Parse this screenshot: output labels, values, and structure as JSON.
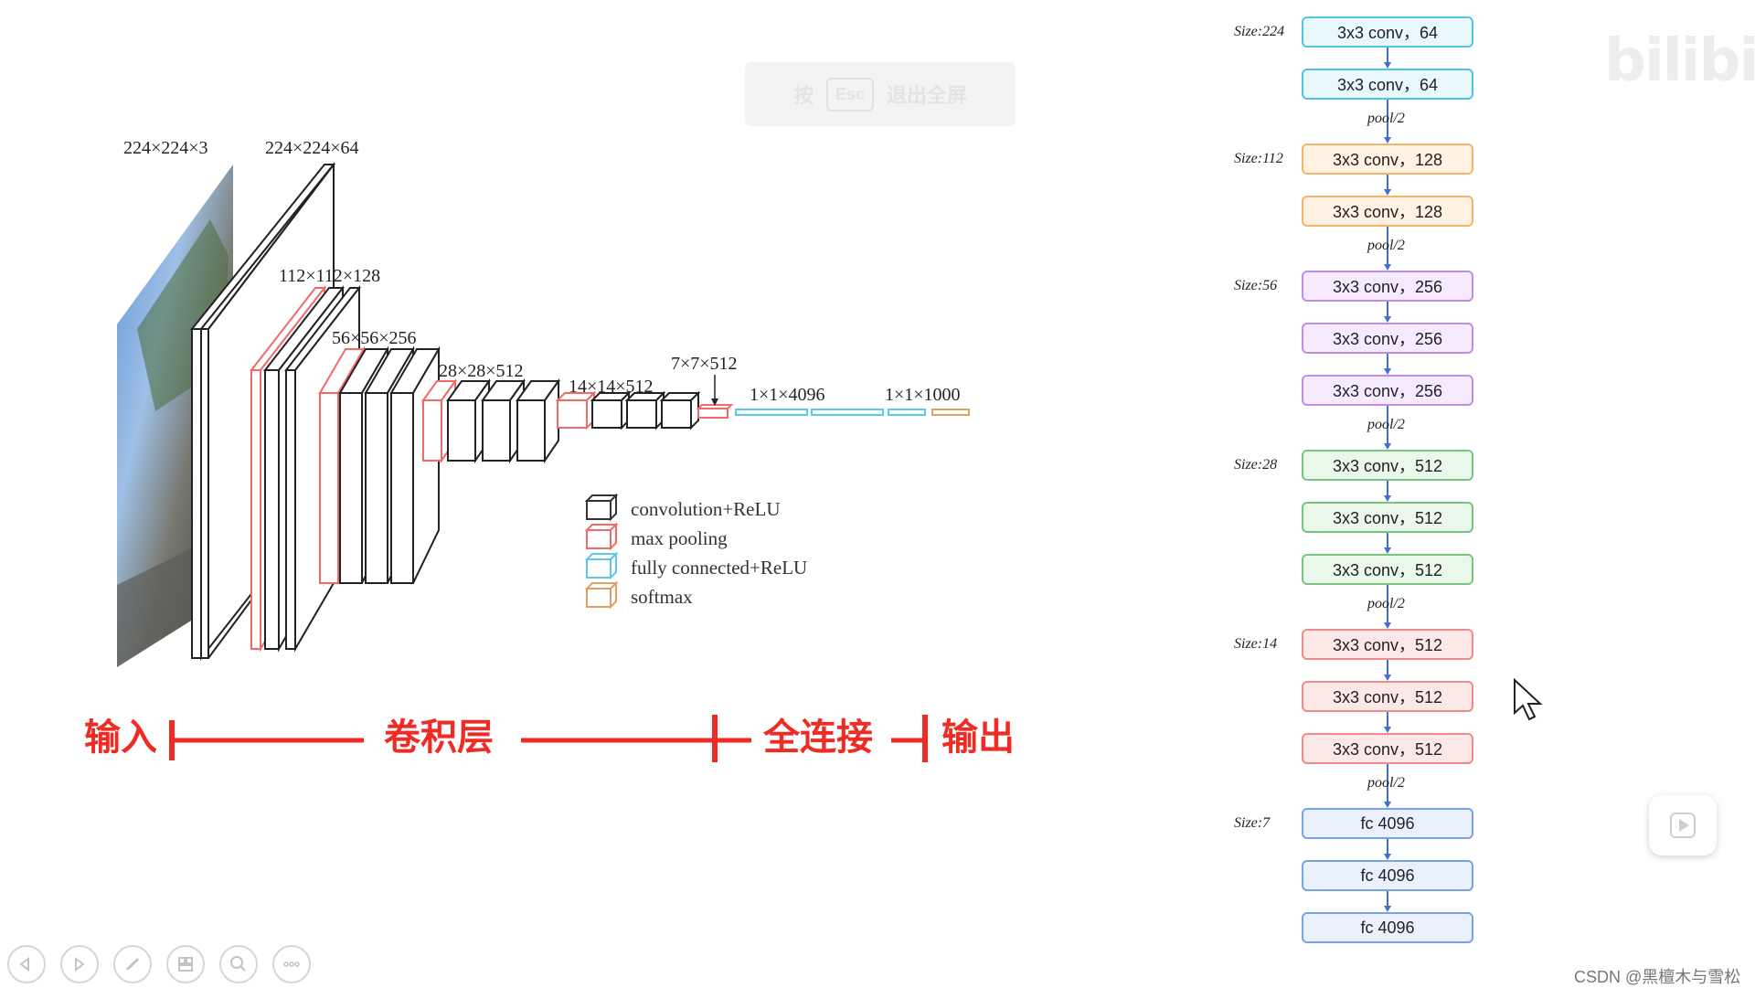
{
  "overlay": {
    "esc_hint_pre": "按",
    "esc_key": "Esc",
    "esc_hint_post": "退出全屏",
    "watermark": "bilibili"
  },
  "diagram": {
    "dims": [
      "224×224×3",
      "224×224×64",
      "112×112×128",
      "56×56×256",
      "28×28×512",
      "14×14×512",
      "7×7×512",
      "1×1×4096",
      "1×1×1000"
    ],
    "legend": [
      {
        "label": "convolution+ReLU",
        "color": "#333333"
      },
      {
        "label": "max pooling",
        "color": "#f06a6a"
      },
      {
        "label": "fully connected+ReLU",
        "color": "#5bc8ef"
      },
      {
        "label": "softmax",
        "color": "#e0a060"
      }
    ],
    "sections": {
      "input": "输入",
      "conv": "卷积层",
      "fc": "全连接",
      "output": "输出"
    },
    "section_color": "#ee2b24"
  },
  "vgg": {
    "stages": [
      {
        "size": "Size:224",
        "layers": [
          "3x3 conv，64",
          "3x3 conv，64"
        ],
        "border": "#52c3e6",
        "fill": "#e8f8fd"
      },
      {
        "size": "Size:112",
        "layers": [
          "3x3 conv，128",
          "3x3 conv，128"
        ],
        "border": "#f2b56b",
        "fill": "#fff2e3"
      },
      {
        "size": "Size:56",
        "layers": [
          "3x3 conv，256",
          "3x3 conv，256",
          "3x3 conv，256"
        ],
        "border": "#c08ee0",
        "fill": "#f5eaff"
      },
      {
        "size": "Size:28",
        "layers": [
          "3x3 conv，512",
          "3x3 conv，512",
          "3x3 conv，512"
        ],
        "border": "#76c57f",
        "fill": "#eaf8ec"
      },
      {
        "size": "Size:14",
        "layers": [
          "3x3 conv，512",
          "3x3 conv，512",
          "3x3 conv，512"
        ],
        "border": "#ee8a8a",
        "fill": "#fde8e8"
      },
      {
        "size": "Size:7",
        "layers": [
          "fc 4096",
          "fc 4096",
          "fc 4096"
        ],
        "border": "#7aa2dc",
        "fill": "#eaf1fc"
      }
    ],
    "pool_label": "pool/2",
    "arrow_color": "#3f6fd1"
  },
  "footer": {
    "credit": "CSDN @黑檀木与雪松",
    "controls": [
      "prev-icon",
      "next-icon",
      "pen-icon",
      "slides-icon",
      "zoom-icon",
      "more-icon"
    ]
  }
}
